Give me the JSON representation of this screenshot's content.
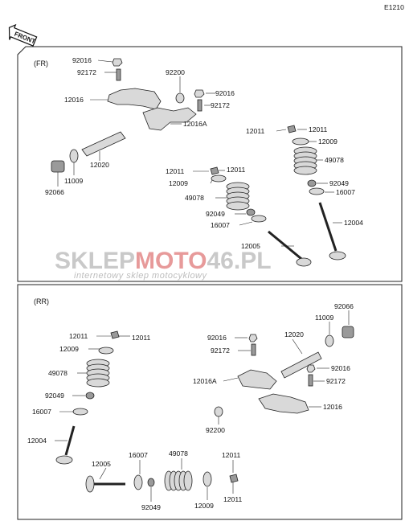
{
  "page_code": "E1210",
  "front_tag": "FRONT",
  "watermark": {
    "brand_a": "SKLEP",
    "brand_b": "MOTO",
    "brand_c": "46",
    "brand_d": ".PL",
    "tagline": "internetowy sklep motocyklowy"
  },
  "sections": {
    "front": {
      "title": "(FR)",
      "labels": [
        "92016",
        "92172",
        "92200",
        "92016",
        "92172",
        "12016",
        "12016A",
        "12020",
        "11009",
        "92066",
        "12011",
        "12011",
        "12009",
        "49078",
        "92049",
        "16007",
        "12004",
        "12011",
        "12011",
        "12009",
        "49078",
        "92049",
        "16007",
        "12005"
      ]
    },
    "rear": {
      "title": "(RR)",
      "labels": [
        "92066",
        "11009",
        "12011",
        "12011",
        "12009",
        "92016",
        "12020",
        "92172",
        "92016",
        "12016A",
        "92172",
        "49078",
        "92049",
        "16007",
        "12016",
        "92200",
        "12004",
        "16007",
        "49078",
        "12011",
        "12005",
        "92049",
        "12009",
        "12011"
      ]
    }
  }
}
